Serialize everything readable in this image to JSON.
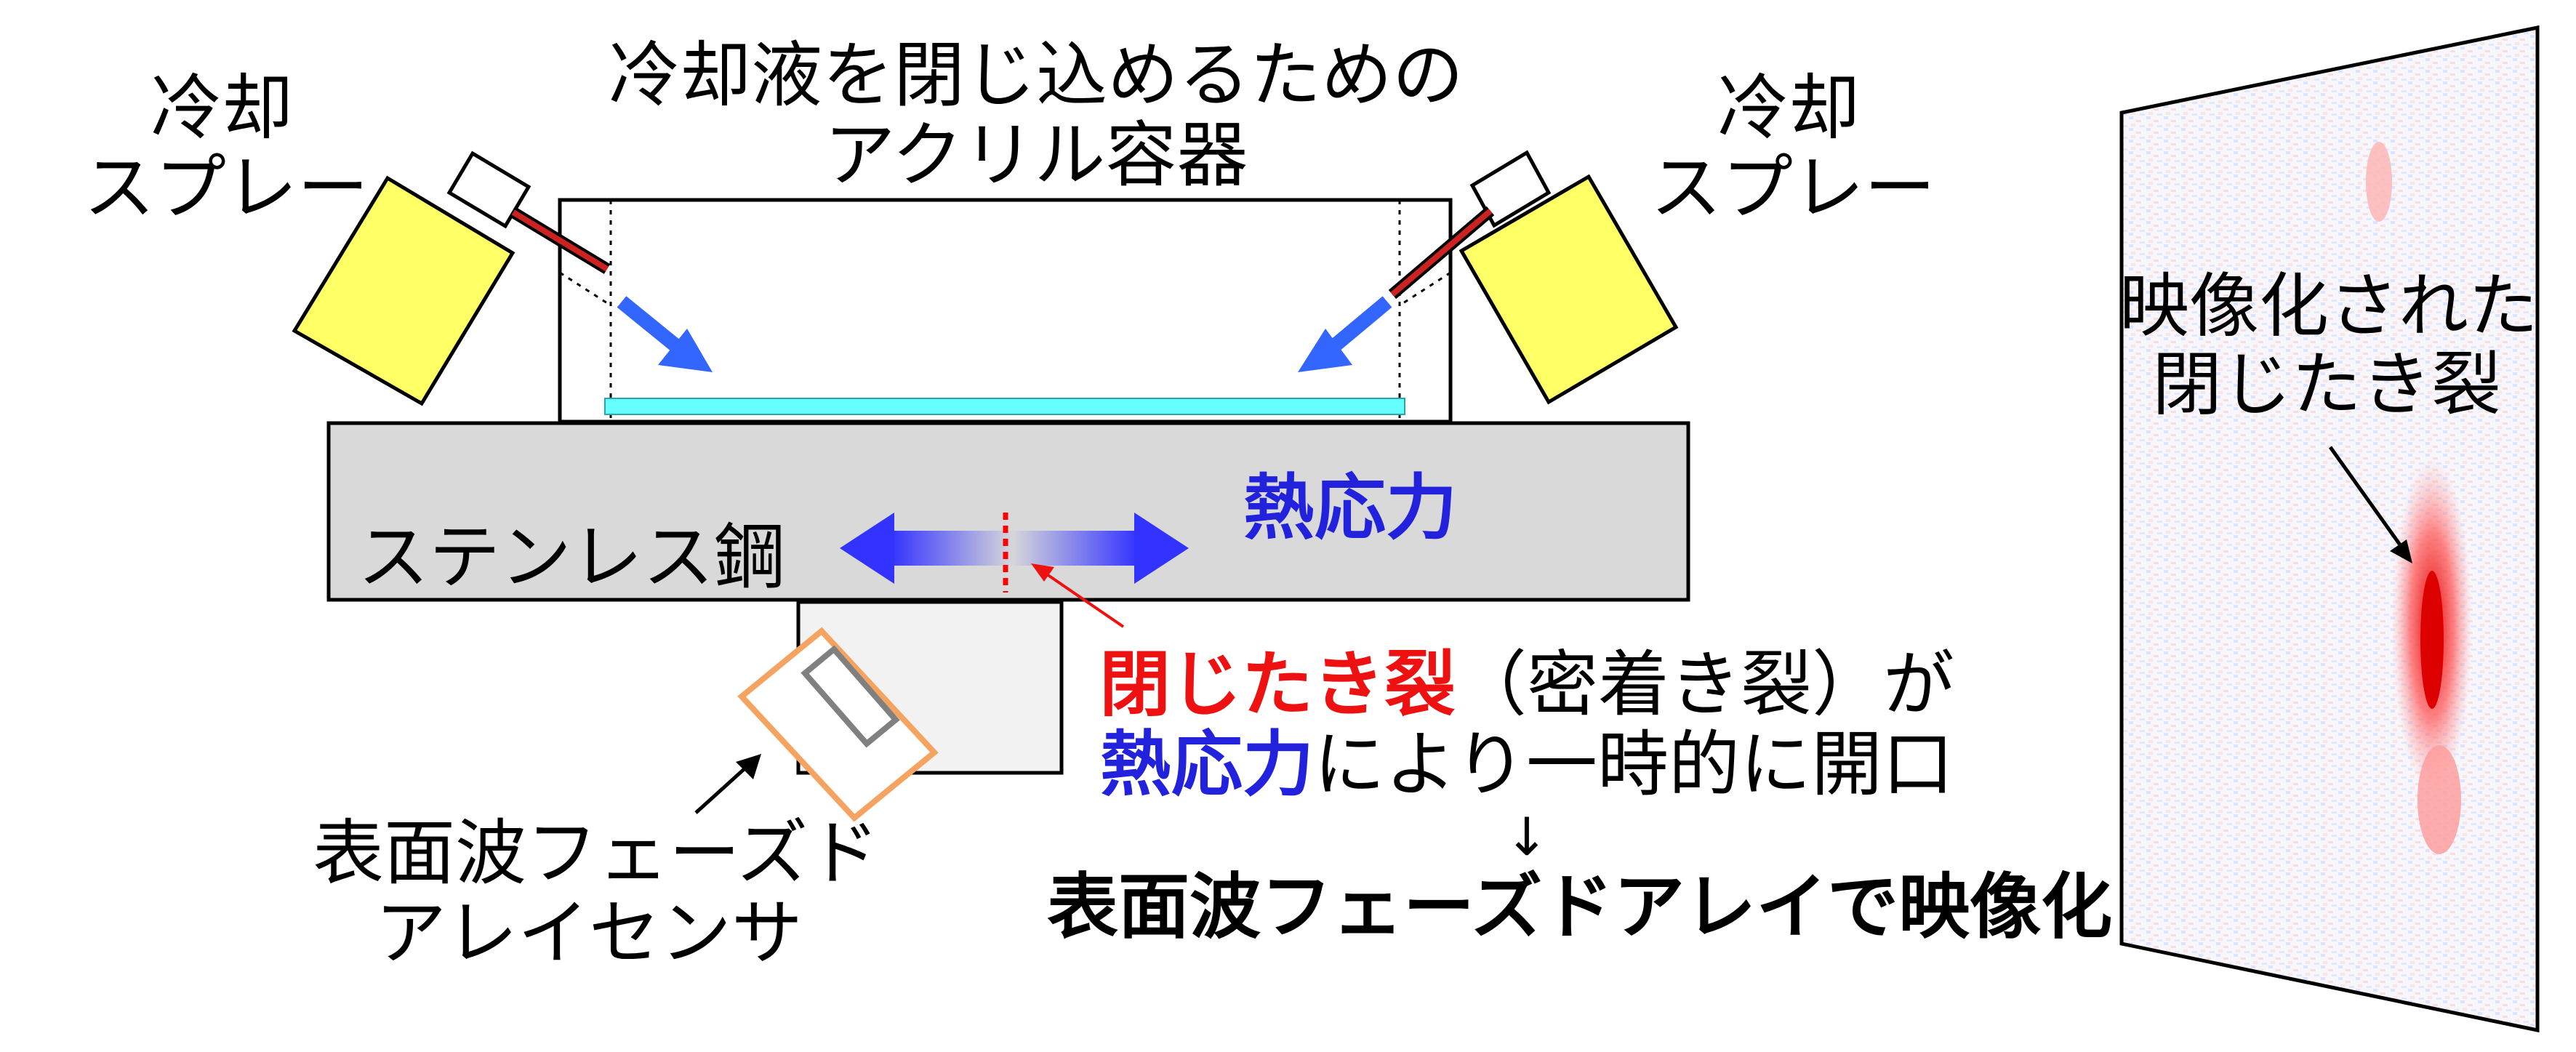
{
  "labels": {
    "container": [
      "冷却液を閉じ込めるための",
      "アクリル容器"
    ],
    "spray_left": [
      "冷却",
      "スプレー"
    ],
    "spray_right": [
      "冷却",
      "スプレー"
    ],
    "steel": "ステンレス鋼",
    "thermal_stress": "熱応力",
    "sensor": [
      "表面波フェーズド",
      "アレイセンサ"
    ],
    "explanation": {
      "line1_red": "閉じたき裂",
      "line1_rest": "（密着き裂）が",
      "line2_blue": "熱応力",
      "line2_rest": "により一時的に開口",
      "arrow": "↓",
      "line3": "表面波フェーズドアレイで映像化"
    },
    "image_label": [
      "映像化された",
      "閉じたき裂"
    ]
  },
  "colors": {
    "spray_body": "#ffff66",
    "coolant": "#66ffff",
    "steel": "#d9d9d9",
    "sensor_outline": "#f4a460",
    "flow_arrow": "#3366ff",
    "stress_arrow": "#3333ff",
    "crack": "#ff0000",
    "highlight_red": "#ee1111",
    "highlight_blue": "#2222dd"
  }
}
